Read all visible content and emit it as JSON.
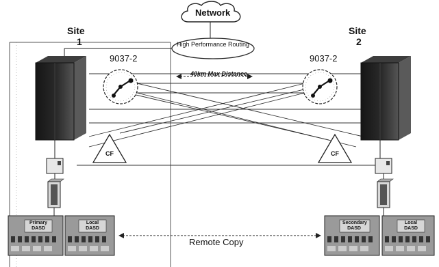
{
  "network": {
    "cloud_label": "Network",
    "router_label": "High Performance Routing"
  },
  "distance_label": "40km Max Distance",
  "sites": [
    {
      "title": "Site",
      "number": "1",
      "clock_label": "9037-2",
      "cf_label": "CF",
      "dasd": [
        {
          "label": "Primary DASD"
        },
        {
          "label": "Local DASD"
        }
      ]
    },
    {
      "title": "Site",
      "number": "2",
      "clock_label": "9037-2",
      "cf_label": "CF",
      "dasd": [
        {
          "label": "Secondary DASD"
        },
        {
          "label": "Local DASD"
        }
      ]
    }
  ],
  "remote_copy_label": "Remote Copy",
  "colors": {
    "line": "#222222",
    "server_dark": "#1f1f1f",
    "server_light": "#5a5a5a",
    "dasd_fill": "#9a9a9a",
    "dasd_panel": "#d6d6d6"
  }
}
